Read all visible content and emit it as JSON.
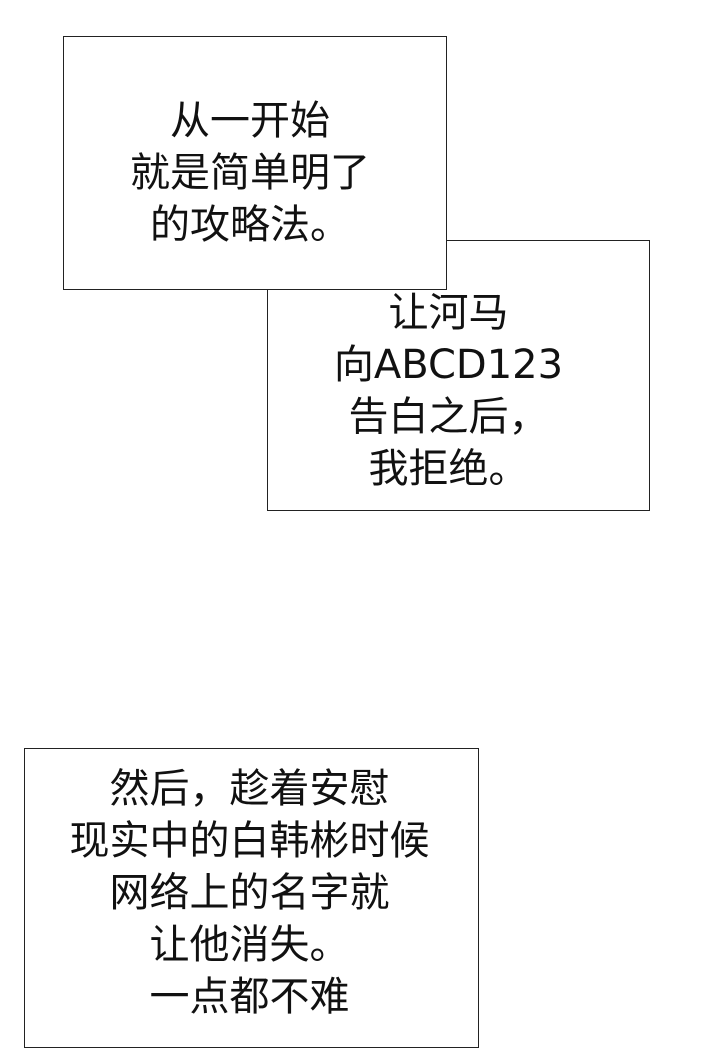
{
  "bubbles": [
    {
      "lines": [
        "从一开始",
        "就是简单明了",
        "的攻略法。"
      ]
    },
    {
      "lines": [
        "让河马",
        "向ABCD123",
        "告白之后，",
        "我拒绝。"
      ]
    },
    {
      "lines": [
        "然后，趁着安慰",
        "现实中的白韩彬时候",
        "网络上的名字就",
        "让他消失。",
        "一点都不难"
      ]
    }
  ]
}
